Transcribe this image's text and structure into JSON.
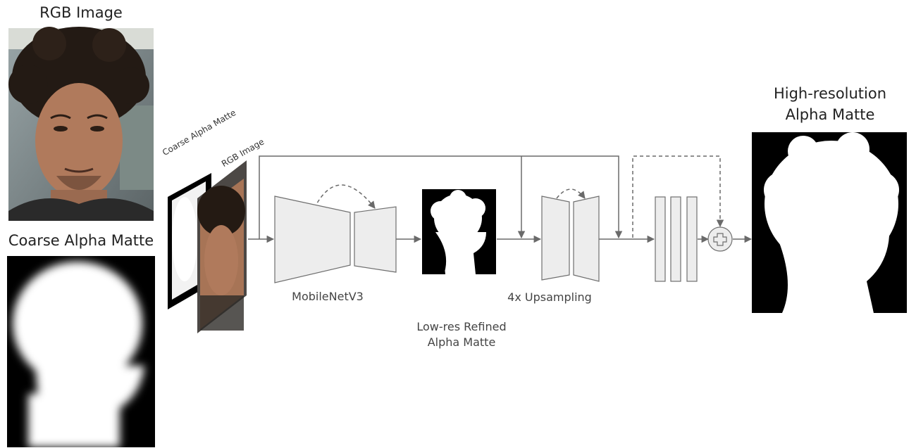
{
  "rgb_panel": {
    "title": "RGB Image"
  },
  "coarse_panel": {
    "title": "Coarse Alpha Matte"
  },
  "input_stack": {
    "coarse_label": "Coarse Alpha Matte",
    "rgb_label": "RGB Image"
  },
  "encoder": {
    "label": "MobileNetV3"
  },
  "low_res": {
    "label_line1": "Low-res Refined",
    "label_line2": "Alpha Matte"
  },
  "upsampling": {
    "label": "4x Upsampling"
  },
  "output": {
    "title_line1": "High-resolution",
    "title_line2": "Alpha Matte"
  },
  "colors": {
    "block_fill": "#ededed",
    "block_stroke": "#6f6f6f",
    "arrow": "#6a6a6a"
  }
}
